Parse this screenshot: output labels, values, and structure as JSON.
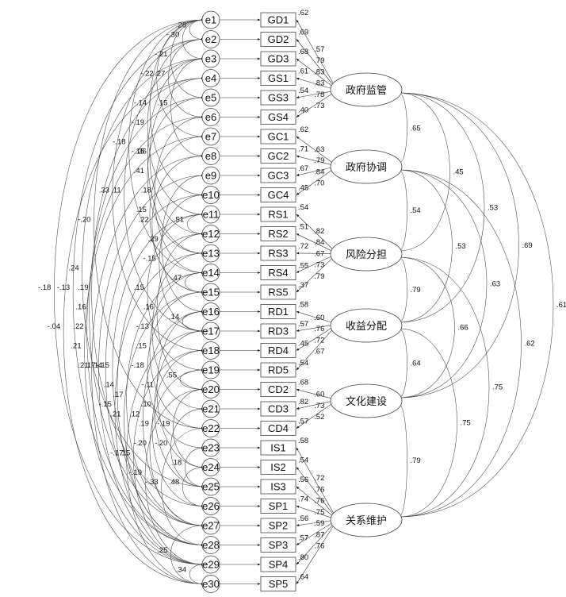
{
  "errors": [
    "e1",
    "e2",
    "e3",
    "e4",
    "e5",
    "e6",
    "e7",
    "e8",
    "e9",
    "e10",
    "e11",
    "e12",
    "e13",
    "e14",
    "e15",
    "e16",
    "e17",
    "e18",
    "e19",
    "e20",
    "e21",
    "e22",
    "e23",
    "e24",
    "e25",
    "e26",
    "e27",
    "e28",
    "e29",
    "e30"
  ],
  "indicators": [
    "GD1",
    "GD2",
    "GD3",
    "GS1",
    "GS3",
    "GS4",
    "GC1",
    "GC2",
    "GC3",
    "GC4",
    "RS1",
    "RS2",
    "RS3",
    "RS4",
    "RS5",
    "RD1",
    "RD3",
    "RD4",
    "RD5",
    "CD2",
    "CD3",
    "CD4",
    "IS1",
    "IS2",
    "IS3",
    "SP1",
    "SP2",
    "SP3",
    "SP4",
    "SP5"
  ],
  "latents": [
    {
      "name": "政府监管",
      "items": [
        0,
        1,
        2,
        3,
        4,
        5
      ]
    },
    {
      "name": "政府协调",
      "items": [
        6,
        7,
        8,
        9
      ]
    },
    {
      "name": "风险分担",
      "items": [
        10,
        11,
        12,
        13,
        14
      ]
    },
    {
      "name": "收益分配",
      "items": [
        15,
        16,
        17,
        18
      ]
    },
    {
      "name": "文化建设",
      "items": [
        19,
        20,
        21
      ]
    },
    {
      "name": "关系维护",
      "items": [
        22,
        23,
        24,
        25,
        26,
        27,
        28,
        29
      ]
    }
  ],
  "loadings_visible": [
    ".62",
    ".69",
    ".68",
    ".61",
    ".54",
    ".40",
    ".62",
    ".71",
    ".67",
    ".45",
    ".54",
    ".51",
    ".72",
    ".55",
    ".37",
    ".58",
    ".57",
    ".45",
    ".54",
    ".68",
    ".82",
    ".57",
    ".58",
    ".54",
    ".56",
    ".74",
    ".56",
    ".57",
    ".80",
    ".64",
    ".57",
    ".79",
    ".83",
    ".83",
    ".78",
    ".73",
    ".63",
    ".79",
    ".84",
    ".70",
    ".82",
    ".84",
    ".67",
    ".73",
    ".79",
    ".60",
    ".76",
    ".72",
    ".67",
    ".60",
    ".73",
    ".52",
    ".72",
    ".76",
    ".76",
    ".75",
    ".59",
    ".87",
    ".76"
  ],
  "latent_correlations": [
    {
      "from": 0,
      "to": 1,
      "value": ".65"
    },
    {
      "from": 0,
      "to": 2,
      "value": ".45"
    },
    {
      "from": 0,
      "to": 3,
      "value": ".53"
    },
    {
      "from": 0,
      "to": 4,
      "value": ".69"
    },
    {
      "from": 0,
      "to": 5,
      "value": ".61"
    },
    {
      "from": 1,
      "to": 2,
      "value": ".54"
    },
    {
      "from": 1,
      "to": 3,
      "value": ".53"
    },
    {
      "from": 1,
      "to": 4,
      "value": ".63"
    },
    {
      "from": 1,
      "to": 5,
      "value": ".62"
    },
    {
      "from": 2,
      "to": 3,
      "value": ".79"
    },
    {
      "from": 2,
      "to": 4,
      "value": ".66"
    },
    {
      "from": 2,
      "to": 5,
      "value": ".75"
    },
    {
      "from": 3,
      "to": 4,
      "value": ".64"
    },
    {
      "from": 3,
      "to": 5,
      "value": ".75"
    },
    {
      "from": 4,
      "to": 5,
      "value": ".79"
    }
  ],
  "error_covariances": [
    {
      "a": 0,
      "b": 1,
      "value": ".28"
    },
    {
      "a": 0,
      "b": 2,
      "value": "-.30"
    },
    {
      "a": 0,
      "b": 4,
      "value": "-.21"
    },
    {
      "a": 1,
      "b": 5,
      "value": ".27"
    },
    {
      "a": 0,
      "b": 6,
      "value": "-.22"
    },
    {
      "a": 2,
      "b": 7,
      "value": ".15"
    },
    {
      "a": 0,
      "b": 9,
      "value": "-.14"
    },
    {
      "a": 1,
      "b": 10,
      "value": "-.19"
    },
    {
      "a": 3,
      "b": 11,
      "value": ".36"
    },
    {
      "a": 4,
      "b": 12,
      "value": ".41"
    },
    {
      "a": 2,
      "b": 12,
      "value": "-.15"
    },
    {
      "a": 5,
      "b": 13,
      "value": ".18"
    },
    {
      "a": 0,
      "b": 13,
      "value": "-.18"
    },
    {
      "a": 6,
      "b": 14,
      "value": ".15"
    },
    {
      "a": 7,
      "b": 14,
      "value": ".22"
    },
    {
      "a": 8,
      "b": 15,
      "value": ".29"
    },
    {
      "a": 9,
      "b": 16,
      "value": "-.15"
    },
    {
      "a": 2,
      "b": 16,
      "value": ".11"
    },
    {
      "a": 1,
      "b": 17,
      "value": ".33"
    },
    {
      "a": 10,
      "b": 18,
      "value": ".15"
    },
    {
      "a": 11,
      "b": 19,
      "value": ".16"
    },
    {
      "a": 0,
      "b": 21,
      "value": "-.20"
    },
    {
      "a": 12,
      "b": 20,
      "value": "-.13"
    },
    {
      "a": 13,
      "b": 21,
      "value": ".15"
    },
    {
      "a": 14,
      "b": 22,
      "value": "-.18"
    },
    {
      "a": 15,
      "b": 23,
      "value": "-.11"
    },
    {
      "a": 16,
      "b": 24,
      "value": ".10"
    },
    {
      "a": 17,
      "b": 25,
      "value": ".19"
    },
    {
      "a": 18,
      "b": 26,
      "value": "-.20"
    },
    {
      "a": 2,
      "b": 24,
      "value": ".24"
    },
    {
      "a": 3,
      "b": 25,
      "value": ".19"
    },
    {
      "a": 11,
      "b": 27,
      "value": ".14"
    },
    {
      "a": 12,
      "b": 28,
      "value": "-.15"
    },
    {
      "a": 13,
      "b": 26,
      "value": ".17"
    },
    {
      "a": 0,
      "b": 28,
      "value": "-.18"
    },
    {
      "a": 1,
      "b": 27,
      "value": "-.13"
    },
    {
      "a": 4,
      "b": 26,
      "value": ".16"
    },
    {
      "a": 5,
      "b": 27,
      "value": ".22"
    },
    {
      "a": 6,
      "b": 28,
      "value": ".21"
    },
    {
      "a": 3,
      "b": 29,
      "value": "-.04"
    },
    {
      "a": 7,
      "b": 29,
      "value": ".21"
    },
    {
      "a": 8,
      "b": 28,
      "value": ".17"
    },
    {
      "a": 9,
      "b": 27,
      "value": ".14"
    },
    {
      "a": 10,
      "b": 26,
      "value": "-.15"
    },
    {
      "a": 14,
      "b": 27,
      "value": ".21"
    },
    {
      "a": 15,
      "b": 26,
      "value": ".12"
    },
    {
      "a": 19,
      "b": 23,
      "value": "-.19"
    },
    {
      "a": 20,
      "b": 24,
      "value": "-.20"
    },
    {
      "a": 16,
      "b": 29,
      "value": "-.17"
    },
    {
      "a": 17,
      "b": 28,
      "value": ".15"
    },
    {
      "a": 22,
      "b": 24,
      "value": ".18"
    },
    {
      "a": 23,
      "b": 25,
      "value": ".48"
    },
    {
      "a": 21,
      "b": 27,
      "value": "-.33"
    },
    {
      "a": 19,
      "b": 28,
      "value": "-.19"
    },
    {
      "a": 26,
      "b": 29,
      "value": ".25"
    },
    {
      "a": 28,
      "b": 29,
      "value": ".34"
    },
    {
      "a": 10,
      "b": 11,
      "value": ".51"
    },
    {
      "a": 13,
      "b": 14,
      "value": ".47"
    },
    {
      "a": 15,
      "b": 16,
      "value": ".14"
    },
    {
      "a": 18,
      "b": 19,
      "value": ".55"
    }
  ]
}
